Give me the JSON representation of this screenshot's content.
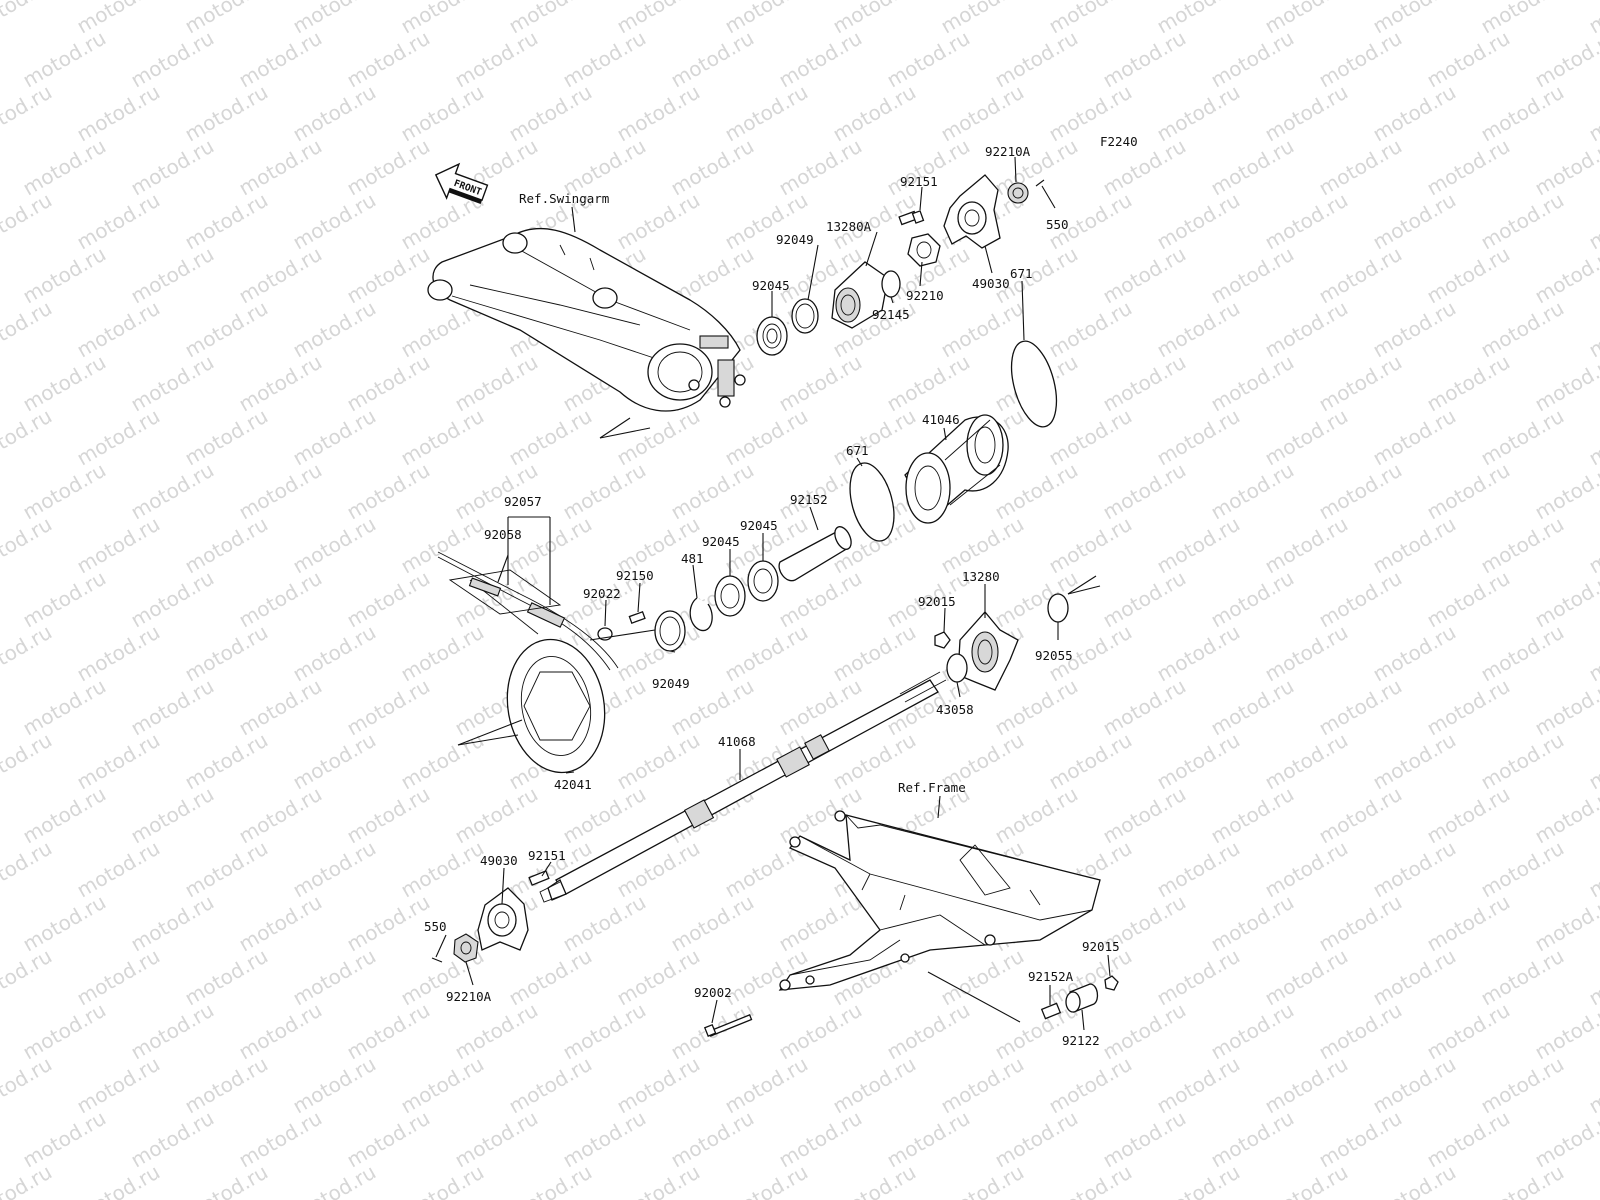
{
  "diagram_id": "F2240",
  "watermark_text": "motod.ru",
  "front_label": "FRONT",
  "refs": {
    "swingarm": "Ref.Swingarm",
    "frame": "Ref.Frame"
  },
  "part_labels": {
    "p92210A_top": "92210A",
    "p92151_top": "92151",
    "p13280A": "13280A",
    "p92049_top": "92049",
    "p92045_top": "92045",
    "p550_top": "550",
    "p92210": "92210",
    "p49030_top": "49030",
    "p92145": "92145",
    "p671_a": "671",
    "p671_b": "671",
    "p41046": "41046",
    "p92057": "92057",
    "p92058": "92058",
    "p92152": "92152",
    "p92045_b": "92045",
    "p92045_c": "92045",
    "p481": "481",
    "p92150": "92150",
    "p92022": "92022",
    "p13280": "13280",
    "p92015_top": "92015",
    "p92055": "92055",
    "p92049_b": "92049",
    "p43058": "43058",
    "p41068": "41068",
    "p42041": "42041",
    "p92151_b": "92151",
    "p49030_b": "49030",
    "p550_b": "550",
    "p92210A_b": "92210A",
    "p92002": "92002",
    "p92015_b": "92015",
    "p92152A": "92152A",
    "p92122": "92122"
  }
}
